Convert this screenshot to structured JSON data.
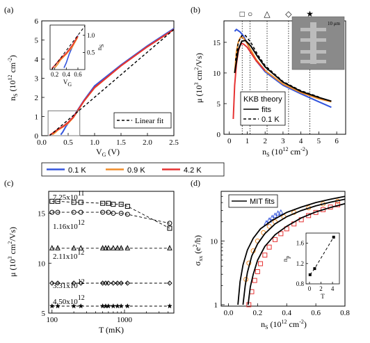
{
  "colors": {
    "k01": "#3355dd",
    "k09": "#f08c28",
    "k42": "#e63232",
    "black": "#000000"
  },
  "legend_main": {
    "labels": [
      "0.1 K",
      "0.9 K",
      "4.2 K"
    ],
    "colors": [
      "#3355dd",
      "#f08c28",
      "#e63232"
    ]
  },
  "chart_data": [
    {
      "panel": "(a)",
      "type": "line",
      "xlabel": "V_G (V)",
      "ylabel": "n_S (10^12 cm^-2)",
      "xlim": [
        0,
        2.5
      ],
      "ylim": [
        0,
        6
      ],
      "xticks": [
        "0.0",
        "0.5",
        "1.0",
        "1.5",
        "2.0",
        "2.5"
      ],
      "yticks": [
        "0",
        "1",
        "2",
        "3",
        "4",
        "5",
        "6"
      ],
      "legend": [
        "Linear fit"
      ],
      "series": [
        {
          "name": "0.1 K",
          "color": "#3355dd",
          "x": [
            0.36,
            0.4,
            0.45,
            0.5,
            0.6,
            0.8,
            1.0,
            1.5,
            2.0,
            2.5
          ],
          "y": [
            0.05,
            0.2,
            0.45,
            0.65,
            1.0,
            1.85,
            2.6,
            3.7,
            4.7,
            5.6
          ]
        },
        {
          "name": "0.9 K",
          "color": "#f08c28",
          "x": [
            0.2,
            0.25,
            0.3,
            0.4,
            0.5,
            0.6,
            0.8,
            1.0,
            1.5,
            2.0,
            2.5
          ],
          "y": [
            0.05,
            0.15,
            0.28,
            0.45,
            0.65,
            0.95,
            1.8,
            2.5,
            3.65,
            4.65,
            5.55
          ]
        },
        {
          "name": "4.2 K",
          "color": "#e63232",
          "x": [
            0.15,
            0.2,
            0.25,
            0.3,
            0.4,
            0.5,
            0.6,
            0.8,
            1.0,
            1.5,
            2.0,
            2.5
          ],
          "y": [
            0.03,
            0.12,
            0.22,
            0.32,
            0.48,
            0.7,
            0.98,
            1.82,
            2.52,
            3.65,
            4.65,
            5.55
          ]
        },
        {
          "name": "Linear fit",
          "color": "#000000",
          "dashed": true,
          "x": [
            0.15,
            2.5
          ],
          "y": [
            0.0,
            5.55
          ]
        }
      ],
      "inset": {
        "xlabel": "V_G",
        "ylabel": "n_S",
        "xticks": [
          "0.2",
          "0.4",
          "0.6"
        ],
        "yticks": [
          "0.5",
          "1.0"
        ],
        "xlim": [
          0.12,
          0.72
        ],
        "ylim": [
          0,
          1.3
        ]
      }
    },
    {
      "panel": "(b)",
      "type": "line",
      "xlabel": "n_S (10^12 cm^-2)",
      "ylabel": "μ (10^3 cm^2/Vs)",
      "xlim": [
        -0.3,
        6.5
      ],
      "ylim": [
        0,
        18.5
      ],
      "xticks": [
        "0",
        "1",
        "2",
        "3",
        "4",
        "5",
        "6"
      ],
      "yticks": [
        "0",
        "5",
        "10",
        "15"
      ],
      "top_markers": [
        "□",
        "○",
        "△",
        "◇",
        "★"
      ],
      "top_marker_x": [
        0.72,
        1.16,
        2.11,
        3.31,
        4.5
      ],
      "legend_title": "KKB theory",
      "legend": [
        "fits",
        "0.1 K"
      ],
      "image_label": "10 μm",
      "series": [
        {
          "name": "0.1 K",
          "color": "#3355dd",
          "x": [
            0.3,
            0.4,
            0.6,
            0.8,
            1.0,
            1.5,
            2.0,
            3.0,
            4.0,
            5.0,
            5.7
          ],
          "y": [
            16.8,
            17.1,
            16.7,
            16.0,
            14.8,
            12.0,
            10.2,
            8.0,
            6.6,
            5.3,
            4.4
          ]
        },
        {
          "name": "0.9 K",
          "color": "#f08c28",
          "x": [
            0.3,
            0.4,
            0.5,
            0.6,
            0.7,
            0.8,
            1.0,
            1.5,
            2.0,
            3.0,
            4.0,
            5.0,
            5.7
          ],
          "y": [
            10.0,
            13.5,
            15.0,
            15.7,
            15.9,
            15.7,
            14.8,
            12.2,
            10.4,
            8.2,
            6.8,
            5.8,
            5.3
          ]
        },
        {
          "name": "4.2 K",
          "color": "#e63232",
          "x": [
            0.22,
            0.3,
            0.4,
            0.5,
            0.6,
            0.7,
            0.8,
            1.0,
            1.5,
            2.0
          ],
          "y": [
            2.5,
            8.0,
            11.5,
            13.5,
            14.5,
            14.8,
            14.7,
            14.2,
            12.0,
            10.4
          ]
        },
        {
          "name": "fits",
          "color": "#000000",
          "x": [
            0.3,
            0.5,
            0.7,
            0.9,
            1.2,
            1.6,
            2.0,
            3.0,
            4.0,
            5.0,
            5.7
          ],
          "y": [
            10.0,
            13.8,
            15.2,
            15.3,
            14.4,
            12.6,
            11.0,
            8.5,
            7.0,
            6.0,
            5.4
          ]
        },
        {
          "name": "0.1 K (theory)",
          "color": "#000000",
          "dashed": true,
          "x": [
            0.35,
            0.5,
            0.7,
            0.9,
            1.2,
            1.6,
            2.0,
            3.0,
            4.0,
            5.0
          ],
          "y": [
            12.0,
            15.0,
            16.1,
            16.1,
            15.0,
            12.9,
            11.2,
            8.6,
            7.1,
            6.1
          ]
        }
      ]
    },
    {
      "panel": "(c)",
      "type": "scatter",
      "xlabel": "T (mK)",
      "ylabel": "μ (10^3 cm^2/Vs)",
      "xscale": "log",
      "xlim": [
        90,
        4800
      ],
      "ylim": [
        5,
        17.2
      ],
      "xticks": [
        "100",
        "1000"
      ],
      "yticks": [
        "5",
        "10",
        "15"
      ],
      "series": [
        {
          "name": "7.25x10^11",
          "marker": "square",
          "x": [
            100,
            120,
            200,
            250,
            500,
            600,
            700,
            900,
            1100,
            4200
          ],
          "y": [
            16.2,
            16.2,
            16.1,
            16.1,
            16.0,
            16.0,
            15.9,
            15.9,
            15.7,
            13.5
          ]
        },
        {
          "name": "1.16x10^12",
          "marker": "circle",
          "x": [
            100,
            120,
            200,
            250,
            500,
            600,
            700,
            900,
            1100,
            4200
          ],
          "y": [
            15.1,
            15.1,
            15.1,
            15.1,
            15.1,
            15.1,
            15.0,
            15.0,
            14.9,
            14.0
          ]
        },
        {
          "name": "2.11x10^12",
          "marker": "triangle",
          "x": [
            100,
            120,
            200,
            250,
            500,
            550,
            600,
            700,
            800,
            900,
            1100,
            4200
          ],
          "y": [
            11.5,
            11.5,
            11.5,
            11.5,
            11.5,
            11.5,
            11.5,
            11.5,
            11.5,
            11.5,
            11.5,
            11.5
          ]
        },
        {
          "name": "3.31x10^12",
          "marker": "diamond",
          "x": [
            100,
            120,
            200,
            250,
            500,
            550,
            600,
            700,
            800,
            900,
            1100,
            4200
          ],
          "y": [
            8.0,
            8.0,
            8.0,
            8.0,
            8.0,
            8.0,
            8.0,
            8.0,
            8.0,
            8.0,
            8.0,
            8.0
          ]
        },
        {
          "name": "4.50x10^12",
          "marker": "star",
          "x": [
            100,
            120,
            200,
            250,
            500,
            550,
            600,
            700,
            800,
            900,
            1100,
            4200
          ],
          "y": [
            5.7,
            5.7,
            5.7,
            5.7,
            5.7,
            5.7,
            5.7,
            5.7,
            5.7,
            5.7,
            5.7,
            5.7
          ]
        }
      ],
      "series_labels": [
        {
          "mantissa": "7.25x10",
          "exp": "11"
        },
        {
          "mantissa": "1.16x10",
          "exp": "12"
        },
        {
          "mantissa": "2.11x10",
          "exp": "12"
        },
        {
          "mantissa": "3.31x10",
          "exp": "12"
        },
        {
          "mantissa": "4.50x10",
          "exp": "12"
        }
      ]
    },
    {
      "panel": "(d)",
      "type": "scatter",
      "xlabel": "n_S (10^12 cm^-2)",
      "ylabel": "σ_xx (e^2/h)",
      "yscale": "log",
      "xlim": [
        -0.05,
        0.8
      ],
      "ylim": [
        0.95,
        60
      ],
      "xticks": [
        "0.0",
        "0.2",
        "0.4",
        "0.6",
        "0.8"
      ],
      "yticks": [
        "1",
        "10"
      ],
      "legend": [
        "MIT fits"
      ],
      "series": [
        {
          "name": "0.1 K",
          "color": "#3355dd",
          "marker": "triangle",
          "x": [
            0.26,
            0.28,
            0.3,
            0.32,
            0.34,
            0.36
          ],
          "y": [
            19.0,
            21.0,
            23.0,
            25.0,
            27.0,
            28.0
          ]
        },
        {
          "name": "0.9 K",
          "color": "#f08c28",
          "marker": "circle",
          "x": [
            0.12,
            0.14,
            0.17,
            0.2,
            0.24,
            0.28,
            0.32,
            0.38,
            0.45,
            0.55,
            0.65,
            0.75
          ],
          "y": [
            2.5,
            4.5,
            7.0,
            10.0,
            13.5,
            17.0,
            20.0,
            24.0,
            28.0,
            33.0,
            38.0,
            42.0
          ]
        },
        {
          "name": "4.2 K",
          "color": "#e63232",
          "marker": "square",
          "x": [
            0.14,
            0.16,
            0.18,
            0.2,
            0.22,
            0.25,
            0.28,
            0.32,
            0.36,
            0.4,
            0.45,
            0.5,
            0.55,
            0.6,
            0.65,
            0.7,
            0.75
          ],
          "y": [
            1.0,
            1.6,
            2.4,
            3.3,
            4.4,
            6.0,
            8.0,
            10.5,
            13.0,
            15.5,
            18.5,
            21.5,
            25.0,
            28.0,
            31.0,
            34.0,
            37.0
          ]
        },
        {
          "name": "MIT fits",
          "color": "#000000",
          "x": [
            0.065,
            0.08,
            0.1,
            0.13,
            0.17,
            0.22,
            0.3,
            0.4,
            0.5,
            0.6,
            0.7,
            0.8
          ],
          "y": [
            1.0,
            2.3,
            4.2,
            7.2,
            11.0,
            15.5,
            21.0,
            28.0,
            34.0,
            40.0,
            45.0,
            50.0
          ]
        },
        {
          "name": "MIT fits 2",
          "color": "#000000",
          "x": [
            0.1,
            0.115,
            0.13,
            0.16,
            0.2,
            0.25,
            0.32,
            0.4,
            0.5,
            0.6,
            0.7,
            0.8
          ],
          "y": [
            1.0,
            2.0,
            3.2,
            5.8,
            9.0,
            13.0,
            18.5,
            24.0,
            30.0,
            35.5,
            40.5,
            45.0
          ]
        },
        {
          "name": "MIT fits 3",
          "color": "#000000",
          "x": [
            0.135,
            0.15,
            0.17,
            0.2,
            0.25,
            0.32,
            0.4,
            0.5,
            0.6,
            0.7,
            0.8
          ],
          "y": [
            1.0,
            1.9,
            3.0,
            5.0,
            8.2,
            12.5,
            17.0,
            23.0,
            28.5,
            33.5,
            38.5
          ]
        }
      ],
      "inset": {
        "xlabel": "T",
        "ylabel": "n_p",
        "xticks": [
          "0",
          "2",
          "4"
        ],
        "yticks": [
          "0.8",
          "1.2",
          "1.6"
        ],
        "xlim": [
          -0.6,
          5.2
        ],
        "ylim": [
          0.8,
          1.8
        ],
        "x": [
          0.1,
          0.9,
          4.2
        ],
        "y": [
          0.98,
          1.1,
          1.72
        ]
      }
    }
  ]
}
